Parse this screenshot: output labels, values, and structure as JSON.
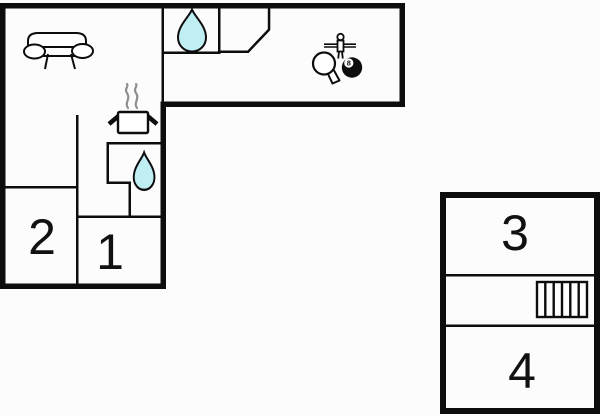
{
  "floorplan": {
    "rooms": [
      {
        "label": "1"
      },
      {
        "label": "2"
      },
      {
        "label": "3"
      },
      {
        "label": "4"
      }
    ],
    "icons": [
      "sofa-icon",
      "water-drop-shower-icon",
      "cooking-pot-steam-icon",
      "water-drop-bathroom-icon",
      "foosball-player-icon",
      "table-tennis-paddle-icon",
      "billiard-8-ball-icon",
      "stairs-icon"
    ],
    "game_icons": {
      "billiard_ball_number": "8"
    },
    "colors": {
      "wall": "#0d0d0d",
      "background": "#fcfcfc",
      "water_drop_fill": "#bfeef3",
      "steam": "#8e8e8e",
      "label_text": "#111111"
    }
  }
}
